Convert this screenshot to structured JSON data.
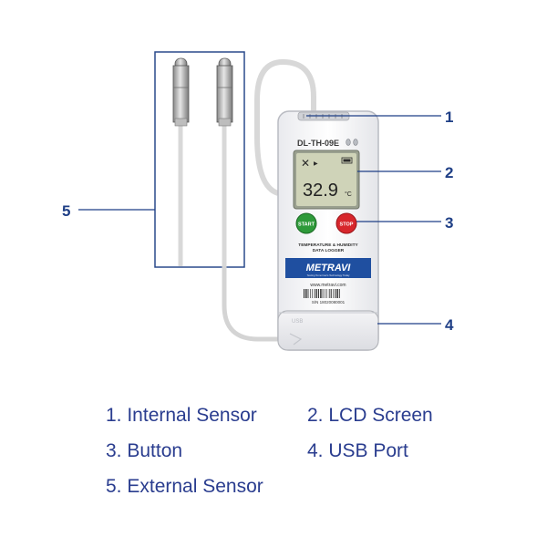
{
  "colors": {
    "brand_blue": "#2a3d8f",
    "callout_blue": "#1f3f86",
    "device_blue": "#1f4fa0",
    "start_green": "#2e9a3a",
    "stop_red": "#d7262c",
    "lcd_green": "#cfd3b8"
  },
  "device": {
    "model": "DL-TH-09E",
    "lcd_reading": "32.9",
    "lcd_unit": "°C",
    "start_label": "START",
    "stop_label": "STOP",
    "desc_line1": "TEMPERATURE & HUMIDITY",
    "desc_line2": "DATA LOGGER",
    "brand": "METRAVI",
    "tagline": "Testing Tomorrow's Technology Today",
    "website": "www.metravi.com",
    "serial": "S/N 18020080001",
    "usb_text": "USB"
  },
  "callouts": {
    "c1": "1",
    "c2": "2",
    "c3": "3",
    "c4": "4",
    "c5": "5"
  },
  "legend": {
    "item1": "1. Internal Sensor",
    "item2": "2. LCD Screen",
    "item3": "3. Button",
    "item4": "4. USB Port",
    "item5": "5. External Sensor"
  }
}
